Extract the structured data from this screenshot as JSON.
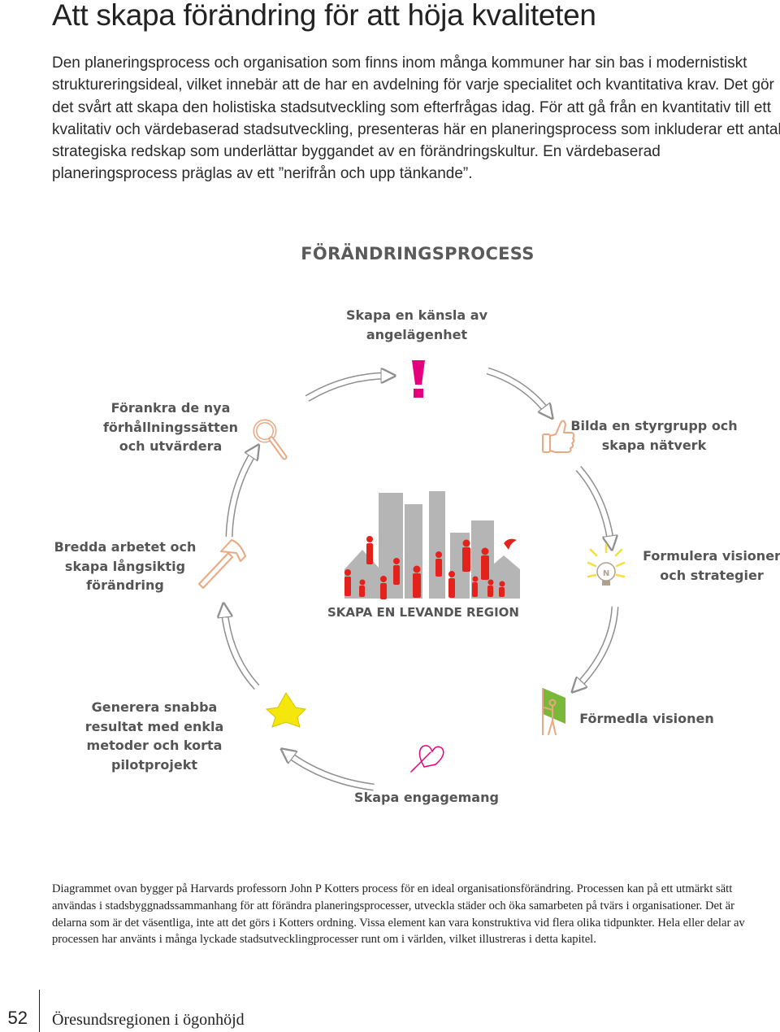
{
  "page": {
    "title": "Att skapa förändring för att höja kvaliteten",
    "intro": "Den planeringsprocess och organisation som finns inom många kommuner har sin bas i modernistiskt struktureringsideal, vilket innebär att de har en avdelning för varje specialitet och kvantitativa krav. Det gör det svårt att skapa den holistiska stadsutveckling som efterfrågas idag. För att gå från en kvantitativ till ett kvalitativ och värdebaserad stadsutveckling, presenteras här en planeringsprocess som inkluderar ett antal strategiska redskap som underlättar byggandet av en förändringskultur. En värdebaserad planeringsprocess präglas av ett ”nerifrån och upp tänkande”."
  },
  "diagram": {
    "title": "FÖRÄNDRINGSPROCESS",
    "center_label": "SKAPA EN LEVANDE REGION",
    "steps": [
      {
        "label": "Skapa en känsla av angelägenhet",
        "icon": "exclamation-icon"
      },
      {
        "label": "Bilda en styrgrupp och skapa nätverk",
        "icon": "thumbs-up-icon"
      },
      {
        "label": "Formulera visioner och strategier",
        "icon": "lightbulb-icon"
      },
      {
        "label": "Förmedla visionen",
        "icon": "person-with-flag-icon"
      },
      {
        "label": "Skapa engagemang",
        "icon": "heart-pen-icon"
      },
      {
        "label": "Generera snabba resultat med enkla metoder och korta pilotprojekt",
        "icon": "star-icon"
      },
      {
        "label": "Bredda arbetet och skapa långsiktig förändring",
        "icon": "hammer-icon"
      },
      {
        "label": "Förankra de nya förhållningssätten och utvärdera",
        "icon": "magnifier-icon"
      }
    ],
    "colors": {
      "text": "#555555",
      "arrow_outline": "#8f8f8f",
      "accent_pink": "#e5007e",
      "figures_red": "#e2221b",
      "buildings_grey": "#b5b5b5",
      "star_yellow": "#f5e60c",
      "flag_green": "#7ab83a",
      "icon_orange": "#e9a882",
      "bulb_yellow": "#f7de3a"
    }
  },
  "footnote": "Diagrammet ovan bygger på Harvards professorn John P Kotters process för en ideal organisationsförändring. Processen kan på ett utmärkt sätt användas i stadsbyggnadssammanhang för att förändra planeringsprocesser, utveckla städer och öka samarbeten på tvärs i organisationer. Det är delarna som är det väsentliga, inte att det görs i Kotters ordning. Vissa element kan vara konstruktiva vid flera olika tidpunkter. Hela eller delar av processen har använts i många lyckade stadsutvecklingprocesser runt om i världen, vilket illustreras i detta kapitel.",
  "footer": {
    "page_number": "52",
    "running_title": "Öresundsregionen i ögonhöjd"
  }
}
